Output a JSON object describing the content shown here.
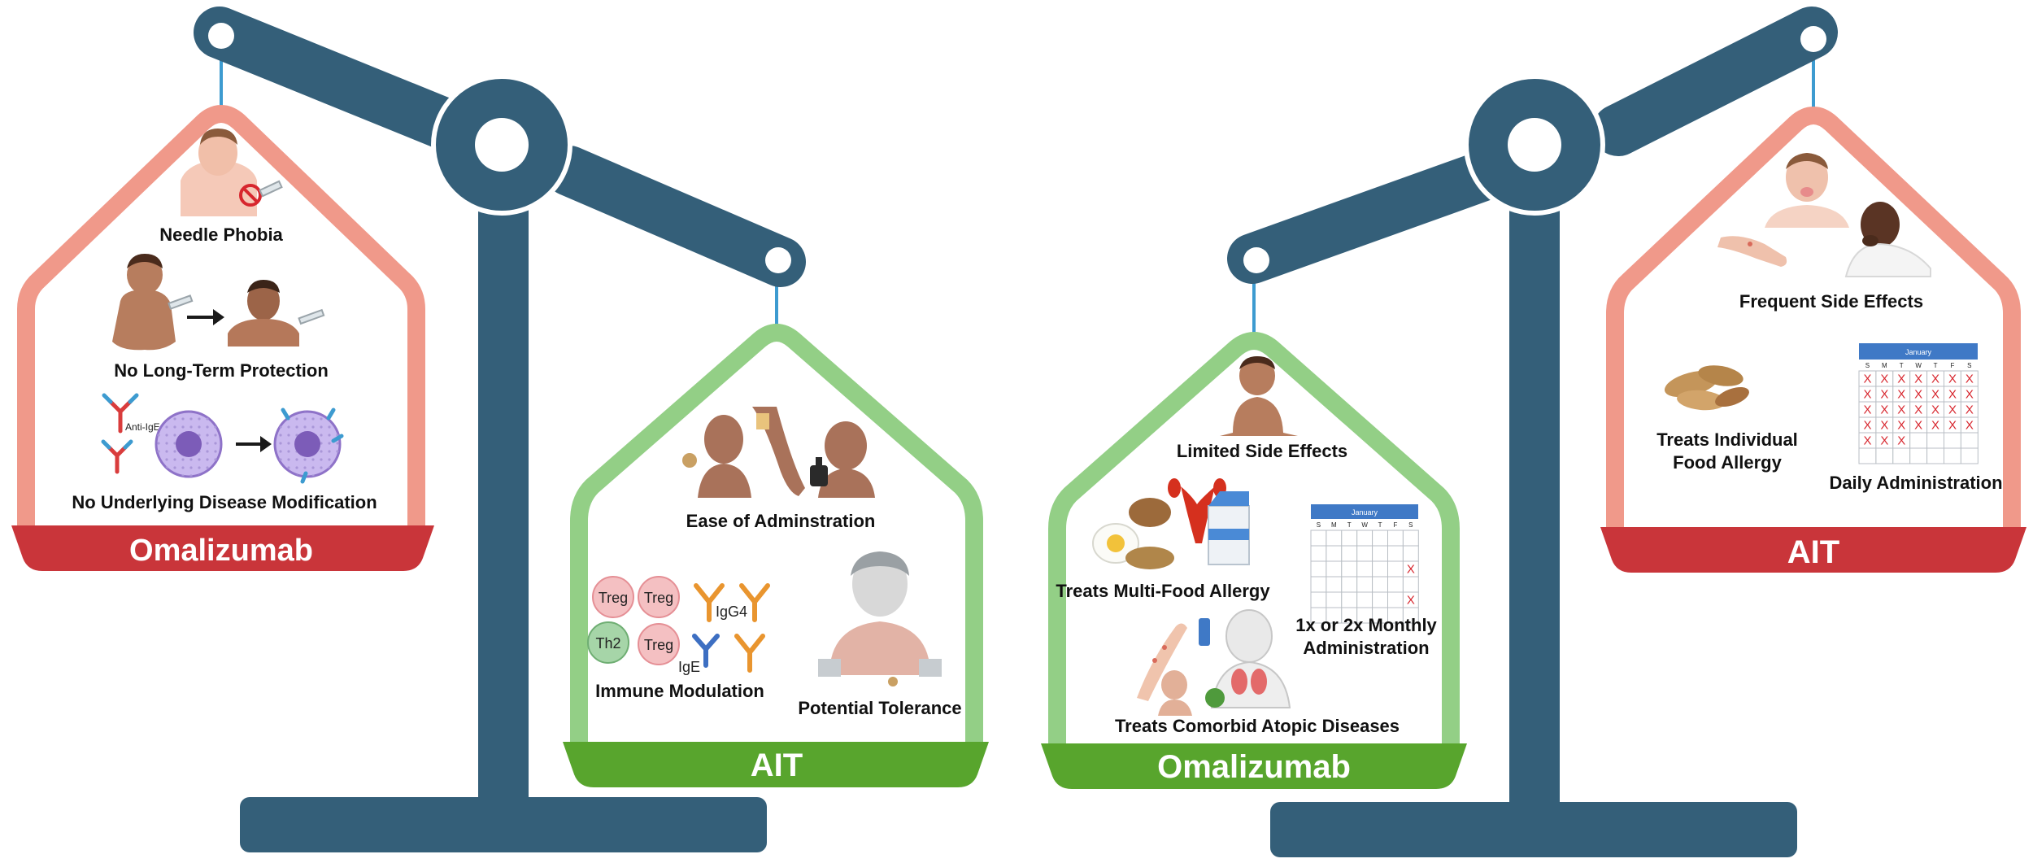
{
  "colors": {
    "beam": "#345f79",
    "red_house": "#f0998a",
    "red_banner": "#c9353a",
    "green_house": "#93cf86",
    "green_banner": "#58a52d",
    "string": "#3d9bd0"
  },
  "left_scale": {
    "red_side": {
      "banner": "Omalizumab",
      "items": [
        "Needle Phobia",
        "No Long-Term Protection",
        "No Underlying Disease Modification"
      ],
      "anti_ige_label": "Anti-IgE"
    },
    "green_side": {
      "banner": "AIT",
      "items": [
        "Ease of Adminstration",
        "Immune Modulation",
        "Potential Tolerance"
      ],
      "cells": [
        "Treg",
        "Treg",
        "Th2",
        "Treg"
      ],
      "antibodies": [
        "IgG4",
        "IgE"
      ]
    }
  },
  "right_scale": {
    "green_side": {
      "banner": "Omalizumab",
      "items": [
        "Limited Side Effects",
        "Treats Multi-Food Allergy",
        "1x or 2x Monthly",
        "Administration",
        "Treats Comorbid Atopic Diseases"
      ],
      "calendar": {
        "month": "January",
        "days": [
          "S",
          "M",
          "T",
          "W",
          "T",
          "F",
          "S"
        ],
        "mark": "X"
      }
    },
    "red_side": {
      "banner": "AIT",
      "items": [
        "Frequent Side Effects",
        "Treats Individual",
        "Food Allergy",
        "Daily Administration"
      ],
      "calendar": {
        "month": "January",
        "days": [
          "S",
          "M",
          "T",
          "W",
          "T",
          "F",
          "S"
        ],
        "mark": "X"
      }
    }
  }
}
